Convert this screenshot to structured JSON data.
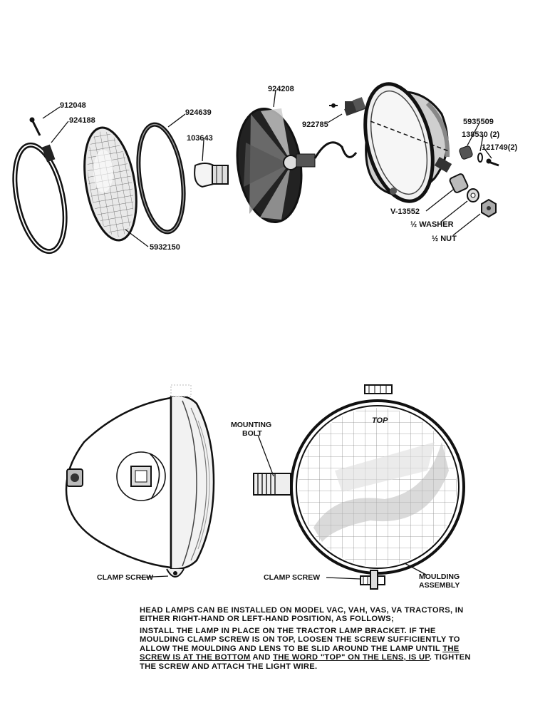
{
  "exploded_view": {
    "parts": {
      "screw": "912048",
      "clamp": "924188",
      "ring_gasket": "924639",
      "bulb": "103643",
      "lens": "5932150",
      "reflector": "924208",
      "wire": "922785",
      "grommet": "5935509",
      "washer_small": "138530 (2)",
      "screw_small": "121749(2)",
      "bolt": "V-13552",
      "washer": "½ WASHER",
      "nut": "½ NUT"
    }
  },
  "assembled_view": {
    "side_label_clamp": "CLAMP SCREW",
    "mounting_bolt": [
      "MOUNTING",
      "BOLT"
    ],
    "lens_top_mark": "TOP",
    "front_label_clamp": "CLAMP SCREW",
    "moulding": [
      "MOULDING",
      "ASSEMBLY"
    ]
  },
  "instructions": {
    "para1": "HEAD LAMPS CAN BE INSTALLED ON MODEL VAC, VAH, VAS, VA TRACTORS, IN EITHER RIGHT-HAND OR LEFT-HAND POSITION, AS FOLLOWS;",
    "para2_a": "INSTALL THE LAMP IN PLACE ON THE TRACTOR LAMP BRACKET. IF THE MOULDING CLAMP SCREW IS ON TOP, LOOSEN THE SCREW SUFFICIENTLY TO ALLOW THE MOULDING AND LENS TO BE SLID AROUND THE LAMP UNTIL ",
    "para2_u1": "THE SCREW IS AT THE BOTTOM",
    "para2_b": " AND ",
    "para2_u2": "THE WORD \"TOP\" ON THE LENS, IS UP",
    "para2_c": ". TIGHTEN THE SCREW AND ATTACH THE LIGHT WIRE."
  }
}
